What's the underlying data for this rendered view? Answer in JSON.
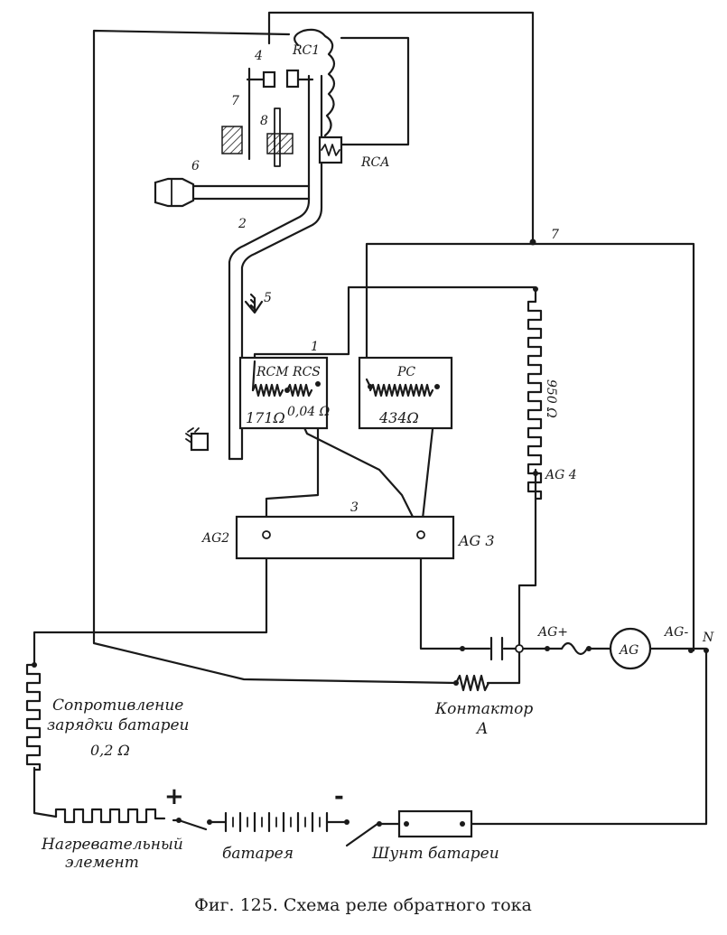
{
  "caption": "Фиг. 125. Схема реле обратного тока",
  "labels": {
    "n4": "4",
    "rc1": "RC1",
    "n7a": "7",
    "n8": "8",
    "rca": "RCA",
    "n6": "6",
    "n2": "2",
    "n7b": "7",
    "n5": "5",
    "n1": "1",
    "rcm_rcs": "RCM RCS",
    "r171": "171Ω",
    "r004": "0,04 Ω",
    "pc": "PC",
    "r434": "434Ω",
    "r950": "950 Ω",
    "ag4": "AG 4",
    "n3": "3",
    "ag2": "AG2",
    "ag3": "AG 3",
    "agplus": "AG+",
    "ag": "AG",
    "agminus": "AG-",
    "n": "N",
    "charge_res_line1": "Сопротивление",
    "charge_res_line2": "зарядки батареи",
    "charge_res_value": "0,2 Ω",
    "contactor_line1": "Контактор",
    "contactor_line2": "A",
    "plus": "+",
    "minus": "-",
    "heater_line1": "Нагревательный",
    "heater_line2": "элемент",
    "battery": "батарея",
    "shunt": "Шунт батареи"
  }
}
